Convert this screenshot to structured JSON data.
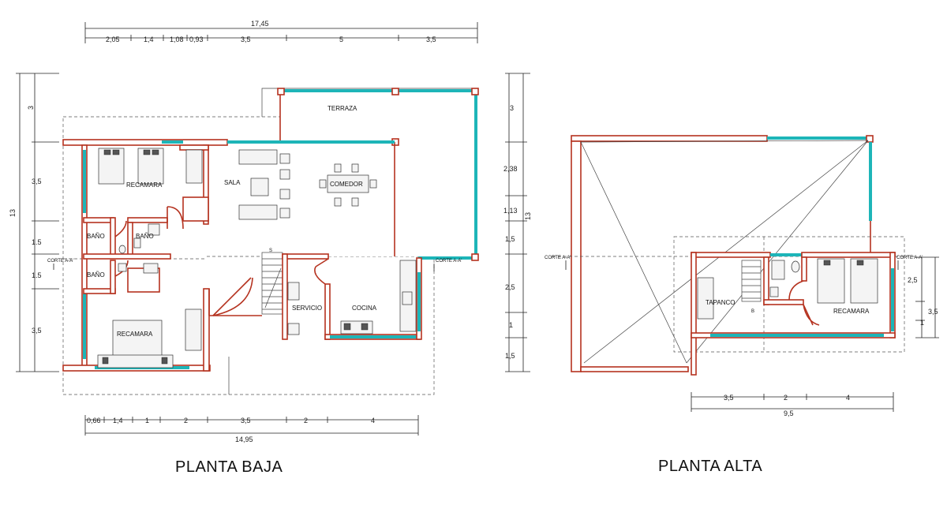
{
  "colors": {
    "wall": "#b5321f",
    "glass": "#1db5b8",
    "line": "#222222"
  },
  "planta_baja": {
    "title": "PLANTA BAJA",
    "rooms": {
      "terraza": "TERRAZA",
      "recamara_top": "RECAMARA",
      "sala": "SALA",
      "comedor": "COMEDOR",
      "bano1": "BAÑO",
      "bano2": "BAÑO",
      "bano3": "BAÑO",
      "recamara_bottom": "RECAMARA",
      "servicio": "SERVICIO",
      "cocina": "COCINA"
    },
    "corte_left": "CORTE A-A'",
    "corte_right": "CORTE A-A'",
    "stair_mark": "S",
    "top_dims": {
      "total": "17,45",
      "d1": "2,05",
      "d2": "1,4",
      "d3": "1,08",
      "d4": "0,93",
      "d5": "3,5",
      "d6": "5",
      "d7": "3,5"
    },
    "left_dims": {
      "total": "13",
      "d1": "3",
      "d2": "3,5",
      "d3": "1.5",
      "d4": "1.5",
      "d5": "3,5"
    },
    "bottom_dims": {
      "total": "14,95",
      "d1": "0,66",
      "d2": "1,4",
      "d3": "1",
      "d4": "2",
      "d5": "3,5",
      "d6": "2",
      "d7": "4"
    }
  },
  "planta_alta": {
    "title": "PLANTA ALTA",
    "rooms": {
      "tapanco": "TAPANCO",
      "recamara": "RECAMARA"
    },
    "corte_left": "CORTE A-A'",
    "corte_right": "CORTE A-A'",
    "stair_mark": "B",
    "left_dims": {
      "total": "13",
      "d1": "3",
      "d2": "2,38",
      "d3": "1,13",
      "d4": "1,5",
      "d5": "2,5",
      "d6": "1",
      "d7": "1,5"
    },
    "right_dims": {
      "d1": "2,5",
      "d2": "3,5",
      "d3": "1"
    },
    "bottom_dims": {
      "total": "9,5",
      "d1": "3,5",
      "d2": "2",
      "d3": "4"
    }
  }
}
